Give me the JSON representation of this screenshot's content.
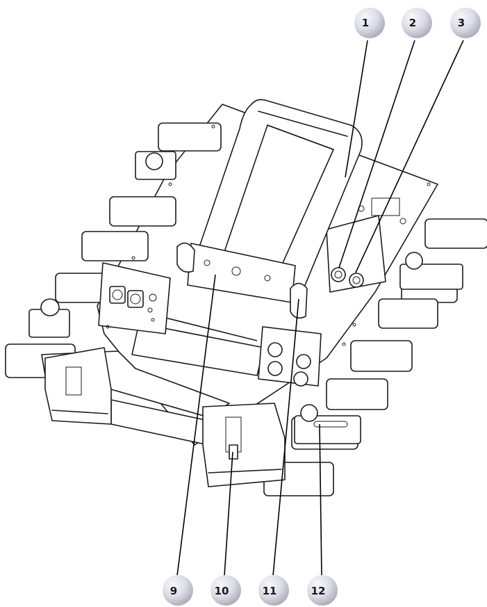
{
  "colors": {
    "line": "#1a1a1a",
    "callout_light": "#f4f4f8",
    "callout_dark": "#a9a9b8"
  },
  "callouts": [
    {
      "id": "c1",
      "label": "1"
    },
    {
      "id": "c2",
      "label": "2"
    },
    {
      "id": "c3",
      "label": "3"
    },
    {
      "id": "c9",
      "label": "9"
    },
    {
      "id": "c10",
      "label": "10"
    },
    {
      "id": "c11",
      "label": "11"
    },
    {
      "id": "c12",
      "label": "12"
    }
  ]
}
